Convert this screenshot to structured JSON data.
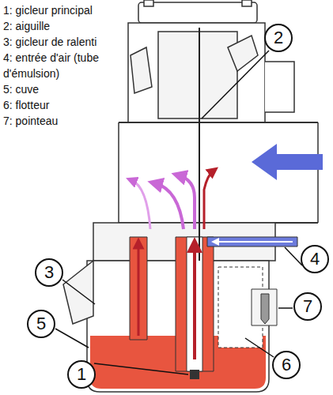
{
  "diagram": {
    "nodes": [
      {
        "text": [
          "2"
        ]
      },
      {
        "text": [
          "4"
        ]
      },
      {
        "text": [
          "3"
        ]
      },
      {
        "text": [
          "7"
        ]
      },
      {
        "text": [
          "5"
        ]
      },
      {
        "text": [
          "6"
        ]
      },
      {
        "text": [
          "1"
        ]
      }
    ],
    "labels": [
      "1: gicleur principal",
      "2: aiguille",
      "3: gicleur de ralenti",
      "4: entrée d'air (tube d'émulsion)",
      "5: cuve",
      "6: flotteur",
      "7: pointeau"
    ]
  }
}
